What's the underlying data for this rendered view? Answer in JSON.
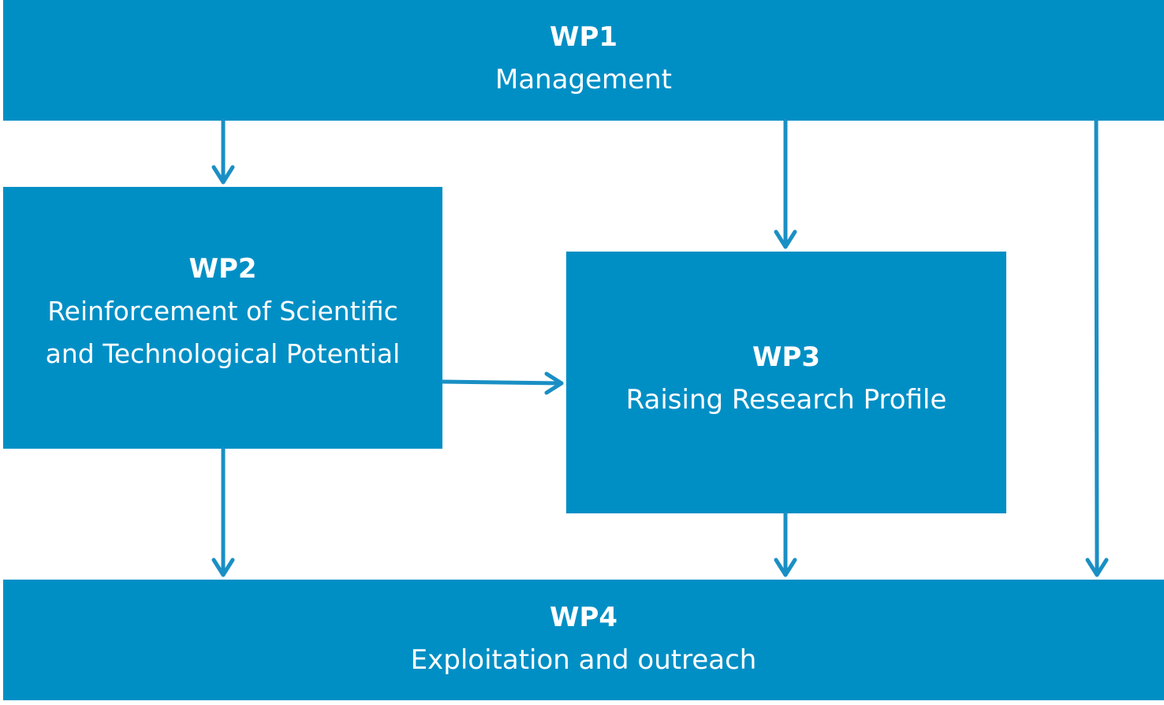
{
  "boxes": {
    "wp1": {
      "code": "WP1",
      "label": "Management"
    },
    "wp2": {
      "code": "WP2",
      "label": "Reinforcement of Scientific\nand Technological Potential"
    },
    "wp3": {
      "code": "WP3",
      "label": "Raising Research Profile"
    },
    "wp4": {
      "code": "WP4",
      "label": "Exploitation and outreach"
    }
  },
  "colors": {
    "box_fill": "#008fc5",
    "box_text": "#ffffff",
    "arrow": "#1a8fc4"
  }
}
